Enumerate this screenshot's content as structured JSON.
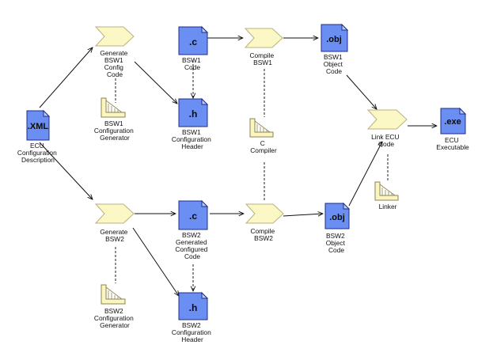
{
  "artifacts": {
    "ecu_config": {
      "ext": ".XML",
      "label": [
        "ECU",
        "Configuration",
        "Description"
      ]
    },
    "bsw1_code": {
      "ext": ".c",
      "label": [
        "BSW1",
        "Code"
      ]
    },
    "bsw1_header": {
      "ext": ".h",
      "label": [
        "BSW1",
        "Configuration",
        "Header"
      ]
    },
    "bsw1_object": {
      "ext": ".obj",
      "label": [
        "BSW1",
        "Object",
        "Code"
      ]
    },
    "ecu_exe": {
      "ext": ".exe",
      "label": [
        "ECU",
        "Executable"
      ]
    },
    "bsw2_code": {
      "ext": ".c",
      "label": [
        "BSW2",
        "Generated",
        "Configured",
        "Code"
      ]
    },
    "bsw2_header": {
      "ext": ".h",
      "label": [
        "BSW2",
        "Configuration",
        "Header"
      ]
    },
    "bsw2_object": {
      "ext": ".obj",
      "label": [
        "BSW2",
        "Object",
        "Code"
      ]
    }
  },
  "activities": {
    "gen_bsw1": {
      "label": [
        "Generate",
        "BSW1",
        "Config",
        "Code"
      ]
    },
    "compile_bsw1": {
      "label": [
        "Compile",
        "BSW1"
      ]
    },
    "link": {
      "label": [
        "Link ECU",
        "Code"
      ]
    },
    "gen_bsw2": {
      "label": [
        "Generate",
        "BSW2"
      ]
    },
    "compile_bsw2": {
      "label": [
        "Compile",
        "BSW2"
      ]
    }
  },
  "tools": {
    "bsw1_gen": {
      "label": [
        "BSW1",
        "Configuration",
        "Generator"
      ]
    },
    "c_compiler": {
      "label": [
        "C",
        "Compiler"
      ]
    },
    "linker": {
      "label": [
        "Linker"
      ]
    },
    "bsw2_gen": {
      "label": [
        "BSW2",
        "Configuration",
        "Generator"
      ]
    }
  }
}
